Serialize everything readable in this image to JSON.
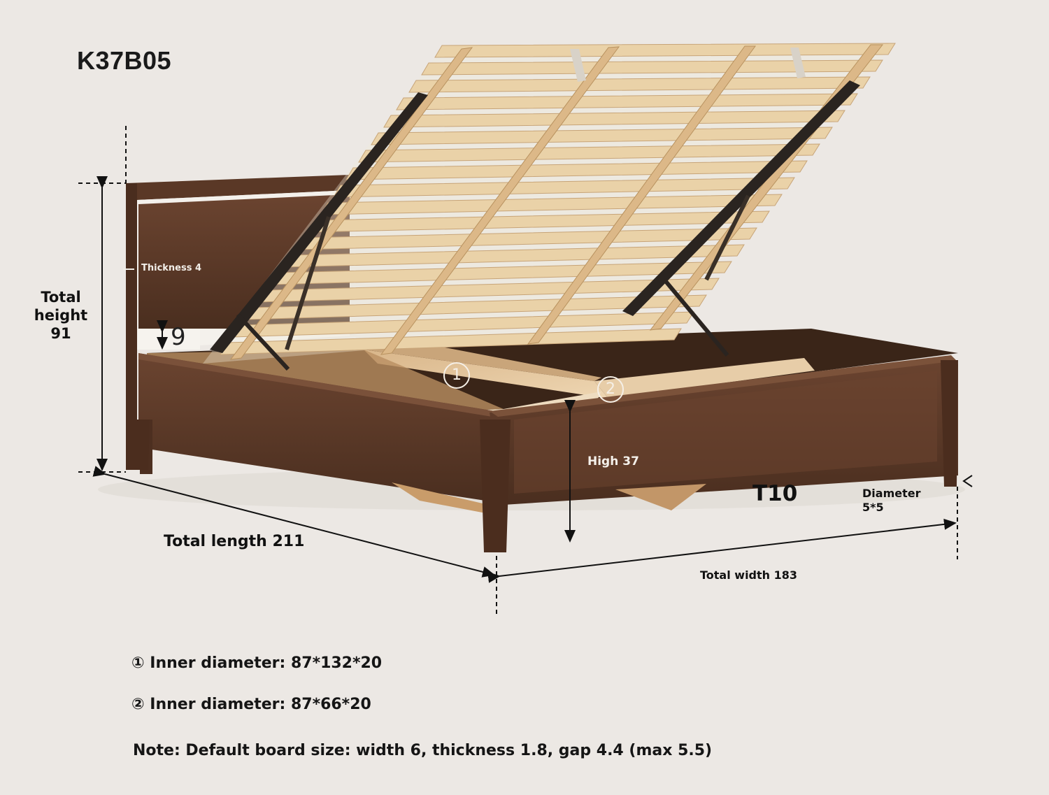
{
  "title": "K37B05",
  "colors": {
    "background": "#ece8e4",
    "walnut": "#5e3b28",
    "walnut_dark": "#3f2619",
    "slat": "#e8cda2",
    "slat_shadow": "#c9a77a",
    "hardware": "#2a2420",
    "text": "#111111",
    "label_light": "#f4f0ea"
  },
  "dimensions": {
    "thickness": "Thickness 4",
    "total_height": "Total height 91",
    "headboard_gap": "9",
    "high": "High 37",
    "slat_label": "T10",
    "leg_diameter": "Diameter 5*5",
    "total_length": "Total length 211",
    "total_width": "Total width 183"
  },
  "compartments": [
    {
      "badge": "1",
      "label": "① Inner diameter: 87*132*20"
    },
    {
      "badge": "2",
      "label": "② Inner diameter: 87*66*20"
    }
  ],
  "note": "Note: Default board size: width 6, thickness 1.8, gap 4.4 (max 5.5)"
}
